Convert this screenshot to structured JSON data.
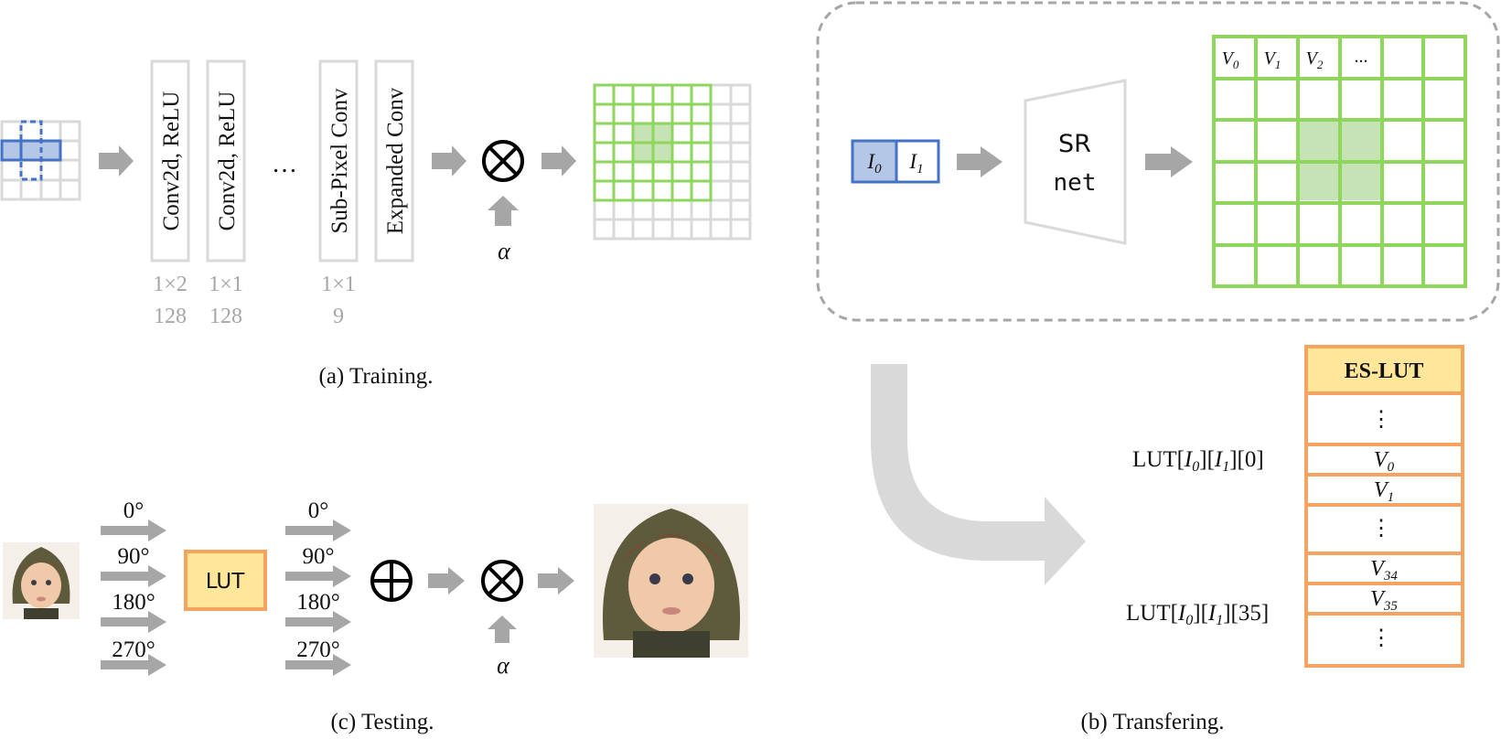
{
  "training": {
    "layers": [
      {
        "name": "Conv2d, ReLU",
        "kernel": "1×2",
        "channels": "128"
      },
      {
        "name": "Conv2d, ReLU",
        "kernel": "1×1",
        "channels": "128"
      },
      {
        "name": "Sub-Pixel Conv",
        "kernel": "1×1",
        "channels": "9"
      },
      {
        "name": "Expanded Conv",
        "kernel": "",
        "channels": ""
      }
    ],
    "ellipsis": "…",
    "alpha": "α",
    "caption": "(a) Training."
  },
  "transfer": {
    "inputs": [
      "I0",
      "I1"
    ],
    "net_label_line1": "SR",
    "net_label_line2": "net",
    "grid_header": [
      "V0",
      "V1",
      "V2",
      "..."
    ],
    "caption": "(b) Transfering."
  },
  "lut": {
    "title": "ES-LUT",
    "rows": [
      "⋮",
      "V0",
      "V1",
      "⋮",
      "V34",
      "V35",
      "⋮"
    ],
    "index_label_first": "LUT[I0][I1][0]",
    "index_label_last": "LUT[I0][I1][35]"
  },
  "testing": {
    "rotations_in": [
      "0°",
      "90°",
      "180°",
      "270°"
    ],
    "lut_label": "LUT",
    "rotations_out": [
      "0°",
      "90°",
      "180°",
      "270°"
    ],
    "alpha": "α",
    "caption": "(c) Testing."
  },
  "colors": {
    "gray_arrow": "#a6a6a6",
    "light_gray": "#d9d9d9",
    "green": "#8ed65c",
    "green_fill": "#c6e3b5",
    "blue": "#4472c4",
    "blue_fill": "#b4c7e7",
    "orange": "#f4a460",
    "lut_fill": "#ffe699"
  }
}
